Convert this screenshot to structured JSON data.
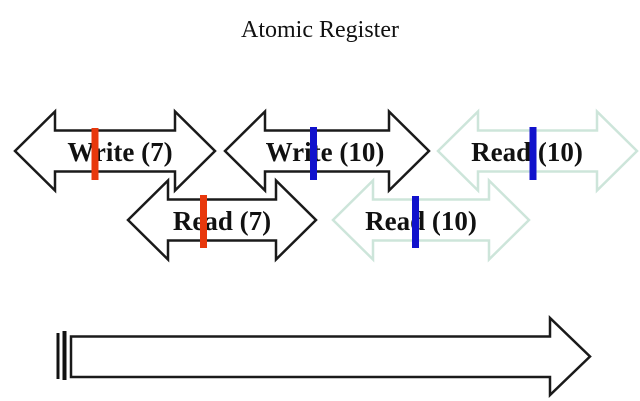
{
  "title": "Atomic Register",
  "colors": {
    "outline_black": "#1a1a1a",
    "outline_light": "#cde5da",
    "marker_red": "#e8380c",
    "marker_blue": "#1112cc",
    "timeline_black": "#1a1a1a"
  },
  "operations": [
    {
      "label": "Write (7)",
      "outline": "black",
      "marker": "red"
    },
    {
      "label": "Write (10)",
      "outline": "black",
      "marker": "blue"
    },
    {
      "label": "Read (10)",
      "outline": "light",
      "marker": "blue"
    },
    {
      "label": "Read (7)",
      "outline": "black",
      "marker": "red"
    },
    {
      "label": "Read (10)",
      "outline": "light",
      "marker": "blue"
    }
  ]
}
